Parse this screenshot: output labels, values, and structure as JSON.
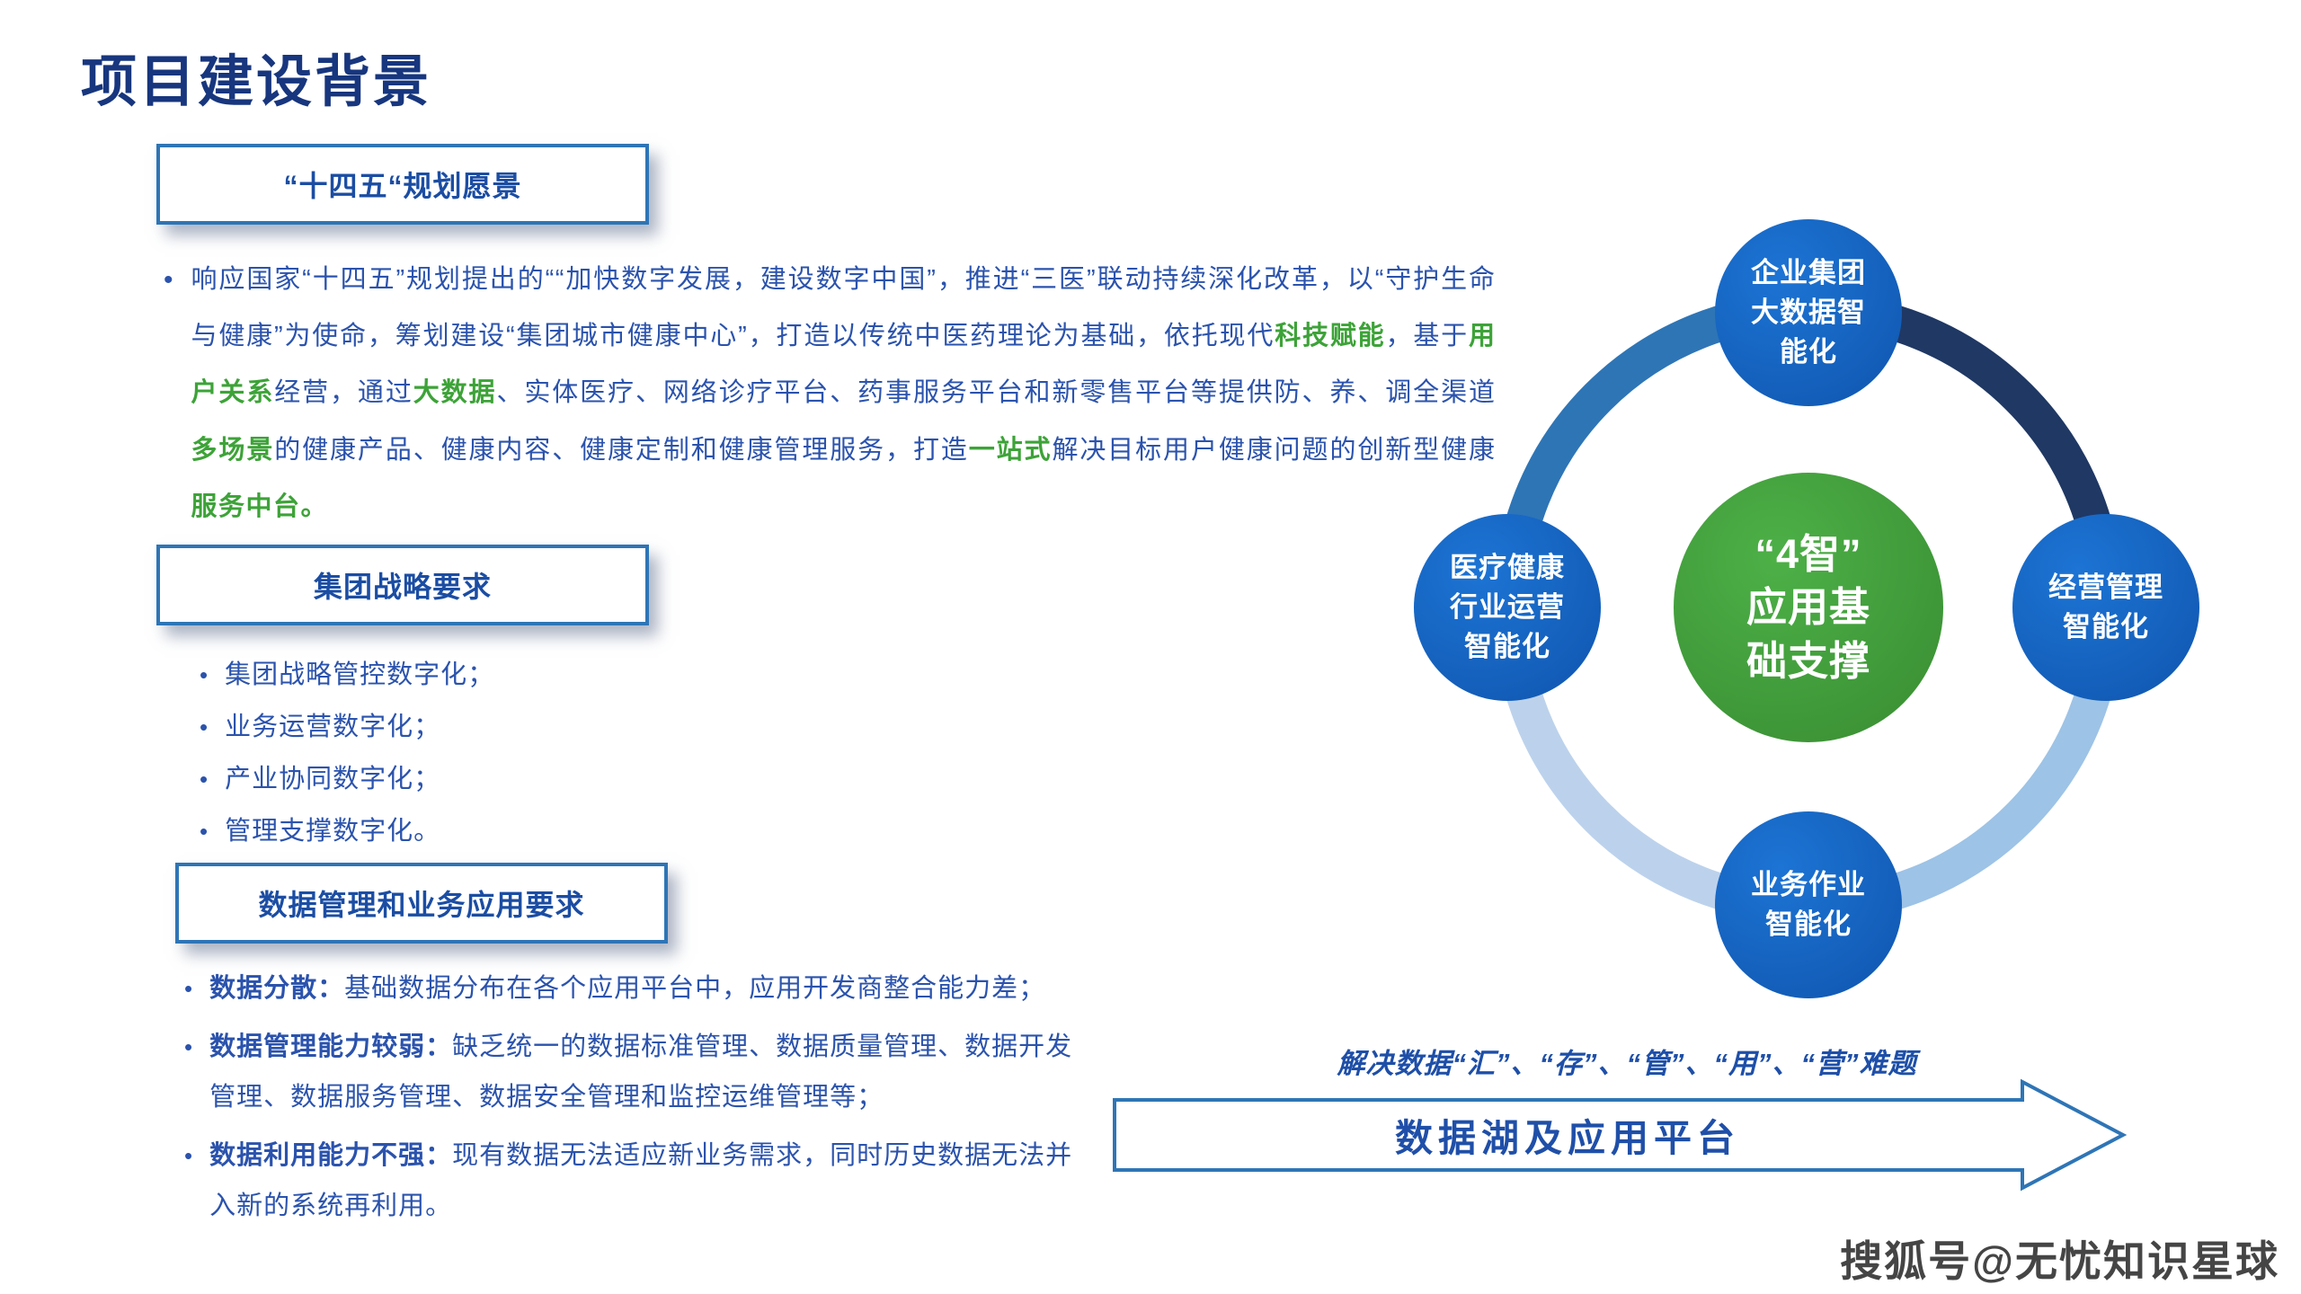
{
  "page": {
    "title": "项目建设背景"
  },
  "sections": {
    "vision": {
      "heading": "“十四五“规划愿景",
      "paragraph_segments": [
        {
          "t": "响应国家“十四五”规划提出的““加快数字发展，建设数字中国”，推进“三医”联动持续深化改革，以“守护生命与健康”为使命，筹划建设“集团城市健康中心”，打造以传统中医药理论为基础，依托现代"
        },
        {
          "t": "科技赋能",
          "c": "g"
        },
        {
          "t": "，基于"
        },
        {
          "t": "用户关系",
          "c": "g"
        },
        {
          "t": "经营，通过"
        },
        {
          "t": "大数据",
          "c": "g"
        },
        {
          "t": "、实体医疗、网络诊疗平台、药事服务平台和新零售平台等提供防、养、调全渠道"
        },
        {
          "t": "多场景",
          "c": "g"
        },
        {
          "t": "的健康产品、健康内容、健康定制和健康管理服务，打造"
        },
        {
          "t": "一站式",
          "c": "g"
        },
        {
          "t": "解决目标用户健康问题的创新型健康"
        },
        {
          "t": "服务中台。",
          "c": "g"
        }
      ]
    },
    "strategy": {
      "heading": "集团战略要求",
      "items": [
        "集团战略管控数字化；",
        "业务运营数字化；",
        "产业协同数字化；",
        "管理支撑数字化。"
      ]
    },
    "data_req": {
      "heading": "数据管理和业务应用要求",
      "items": [
        {
          "lead": "数据分散：",
          "text": "基础数据分布在各个应用平台中，应用开发商整合能力差；"
        },
        {
          "lead": "数据管理能力较弱：",
          "text": "缺乏统一的数据标准管理、数据质量管理、数据开发管理、数据服务管理、数据安全管理和监控运维管理等；"
        },
        {
          "lead": "数据利用能力不强：",
          "text": "现有数据无法适应新业务需求，同时历史数据无法并入新的系统再利用。"
        }
      ]
    }
  },
  "diagram": {
    "center": "“4智”\n应用基\n础支撑",
    "nodes": {
      "top": "企业集团\n大数据智\n能化",
      "left": "医疗健康\n行业运营\n智能化",
      "right": "经营管理\n智能化",
      "bottom": "业务作业\n智能化"
    },
    "ring_colors": {
      "upper_left": "#2E75B6",
      "upper_right": "#1F3864",
      "lower_right": "#9DC3E6",
      "lower_left": "#BCD2EC"
    },
    "colors": {
      "node_blue": "#1565C0",
      "center_green": "#3F9C37",
      "body_blue": "#2B53AD",
      "accent_green": "#3DA338",
      "title_navy": "#17367E",
      "box_border_blue": "#2E75B6"
    },
    "caption": "解决数据“汇”、“存”、“管”、“用”、“营”难题",
    "arrow_label": "数据湖及应用平台"
  },
  "watermark": "搜狐号@无忧知识星球"
}
